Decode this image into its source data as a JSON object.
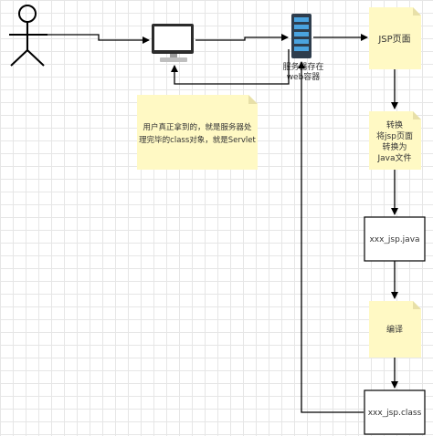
{
  "labels": {
    "jsp_page": "JSP页面",
    "server_line1": "服务器存在",
    "server_line2": "web容器",
    "note_line1": "用户真正拿到的，就是服务器处",
    "note_line2": "理完毕的class对象，就是Servlet",
    "convert_line1": "转换",
    "convert_line2": "将jsp页面",
    "convert_line3": "转换为",
    "convert_line4": "Java文件",
    "jsp_java": "xxx_jsp.java",
    "compile": "编译",
    "jsp_class": "xxx_jsp.class"
  },
  "colors": {
    "note_fill": "#fff9c4",
    "note_fold": "#e8e0a8",
    "line": "#000000",
    "box_fill": "#ffffff"
  },
  "icons": {
    "user": "stick-figure-icon",
    "computer": "monitor-icon",
    "server": "server-rack-icon"
  }
}
